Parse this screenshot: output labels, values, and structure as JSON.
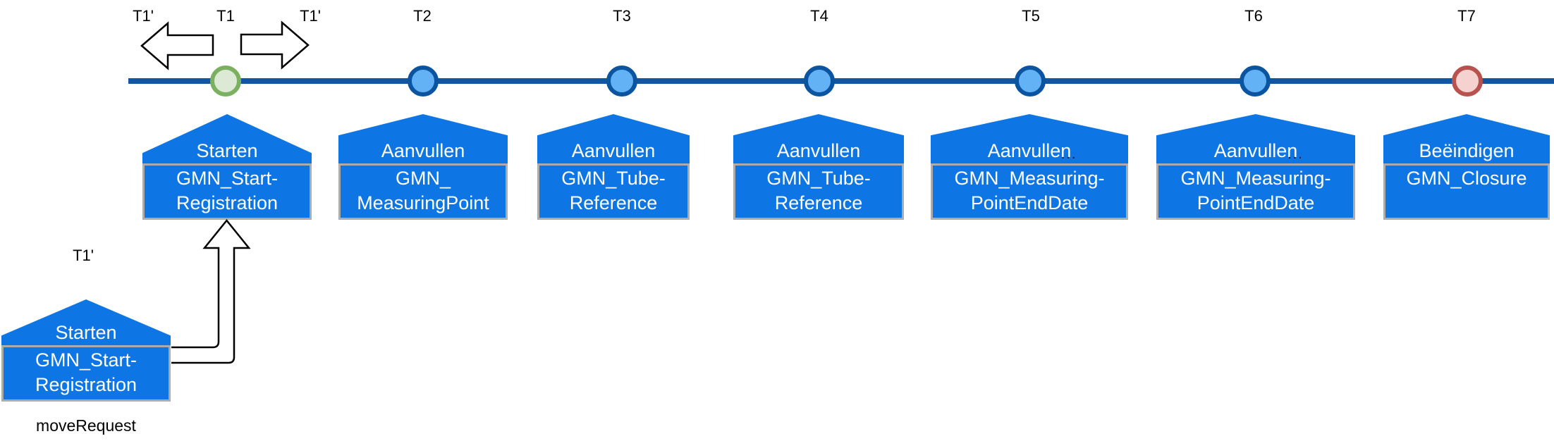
{
  "colors": {
    "timeline_line": "#1156A5",
    "box_fill": "#0E76E4",
    "box_body_border": "#ACACAC",
    "box_text": "#FFFFFF",
    "label_text": "#000000",
    "node_blue_fill": "#63B2F5",
    "node_blue_border": "#0B54A0",
    "node_green_fill": "#DCE9D5",
    "node_green_border": "#7AB05F",
    "node_red_fill": "#F5D1CF",
    "node_red_border": "#B8524E",
    "arrow_fill": "#FFFFFF",
    "arrow_stroke": "#000000"
  },
  "annotations": {
    "t1_prime_left": "T1'",
    "t1_prime_right": "T1'"
  },
  "timeline": {
    "events": [
      {
        "label": "T1",
        "node_color": "green",
        "action": "Starten",
        "message_line1": "GMN_Start-",
        "message_line2": "Registration"
      },
      {
        "label": "T2",
        "node_color": "blue",
        "action": "Aanvullen",
        "message_line1": "GMN_",
        "message_line2": "MeasuringPoint"
      },
      {
        "label": "T3",
        "node_color": "blue",
        "action": "Aanvullen",
        "message_line1": "GMN_Tube-",
        "message_line2": "Reference"
      },
      {
        "label": "T4",
        "node_color": "blue",
        "action": "Aanvullen",
        "message_line1": "GMN_Tube-",
        "message_line2": "Reference"
      },
      {
        "label": "T5",
        "node_color": "blue",
        "action": "Aanvullen",
        "dots": "...",
        "message_line1": "GMN_Measuring-",
        "message_line2": "PointEndDate"
      },
      {
        "label": "T6",
        "node_color": "blue",
        "action": "Aanvullen",
        "dots": "...",
        "message_line1": "GMN_Measuring-",
        "message_line2": "PointEndDate"
      },
      {
        "label": "T7",
        "node_color": "red",
        "action": "Beëindigen",
        "message_line1": "GMN_Closure",
        "message_line2": ""
      }
    ]
  },
  "moved_event": {
    "label": "T1'",
    "action": "Starten",
    "message_line1": "GMN_Start-",
    "message_line2": "Registration",
    "caption": "moveRequest"
  }
}
